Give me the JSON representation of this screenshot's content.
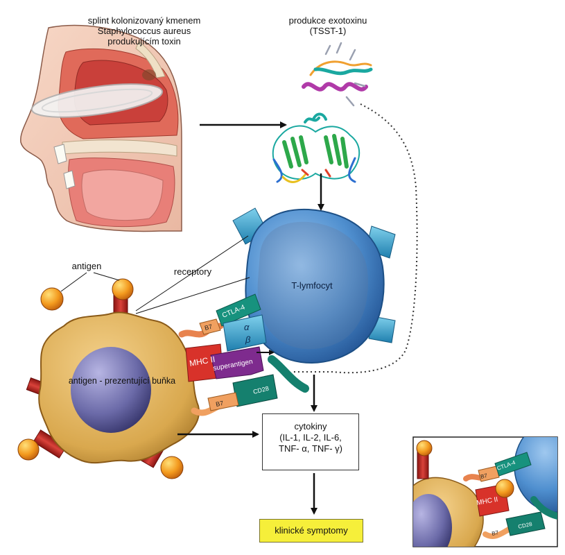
{
  "labels": {
    "splint": [
      "splint kolonizovaný kmenem",
      "Staphylococcus aureus",
      "produkujícím toxin"
    ],
    "exotoxin": [
      "produkce exotoxinu",
      "(TSST-1)"
    ],
    "antigen": "antigen",
    "receptory": "receptory",
    "t_lymfocyt": "T-lymfocyt",
    "apc": "antigen - prezentující buňka",
    "cytokiny_title": "cytokiny",
    "cytokiny_list": [
      "(IL-1, IL-2, IL-6,",
      "TNF- α, TNF- γ)"
    ],
    "symptomy": "klinické symptomy",
    "molecules": {
      "ctla4": "CTLA-4",
      "b7_top": "B7",
      "mhc": "MHC II",
      "alpha": "α",
      "beta": "β",
      "superantigen": "superantigen",
      "cd28": "CD28",
      "b7_bottom": "B7"
    },
    "inset": {
      "b7_top": "B7",
      "ctla4": "CTLA-4",
      "mhc": "MHC II",
      "cd28": "CD28",
      "b7_bottom": "B7"
    }
  },
  "colors": {
    "tcell": "#4f8fcf",
    "apc": "#d9a84e",
    "nucleus": "#6b6aa8",
    "antigen": "#f39a1e",
    "receptor": "#c9302c",
    "tcr": "#3aa6d0",
    "mhc": "#d8322a",
    "superantigen": "#7e2b8e",
    "cd28": "#15806e",
    "b7": "#f0a060",
    "symptomy_bg": "#f6ef3a"
  }
}
